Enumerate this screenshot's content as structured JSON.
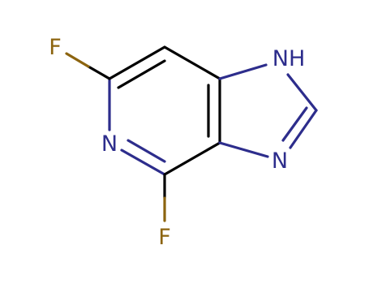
{
  "molecule": {
    "atoms": {
      "f6": {
        "label": "F",
        "element": "F"
      },
      "n5": {
        "label": "N",
        "element": "N"
      },
      "n1": {
        "label": "NH",
        "element": "N"
      },
      "n3": {
        "label": "N",
        "element": "N"
      },
      "f4": {
        "label": "F",
        "element": "F"
      }
    },
    "colors": {
      "carbon_bond": "#000000",
      "nitrogen": "#2d2d8c",
      "fluorine": "#8c640f"
    }
  }
}
